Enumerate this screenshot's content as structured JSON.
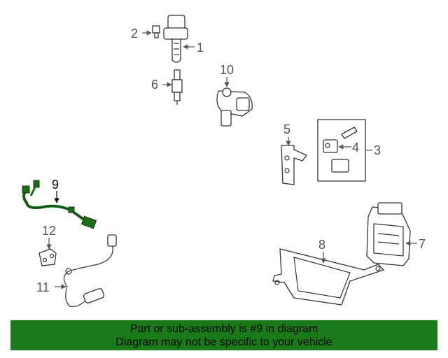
{
  "callouts": {
    "c1": "1",
    "c2": "2",
    "c3": "3",
    "c4": "4",
    "c5": "5",
    "c6": "6",
    "c7": "7",
    "c8": "8",
    "c9": "9",
    "c10": "10",
    "c11": "11",
    "c12": "12"
  },
  "highlight": {
    "part": "9",
    "color": "#1a6e1a"
  },
  "banner": {
    "line1": "Part or sub-assembly is #9 in diagram",
    "line2": "Diagram may not be specific to your vehicle",
    "background": "#1a7a1a"
  }
}
